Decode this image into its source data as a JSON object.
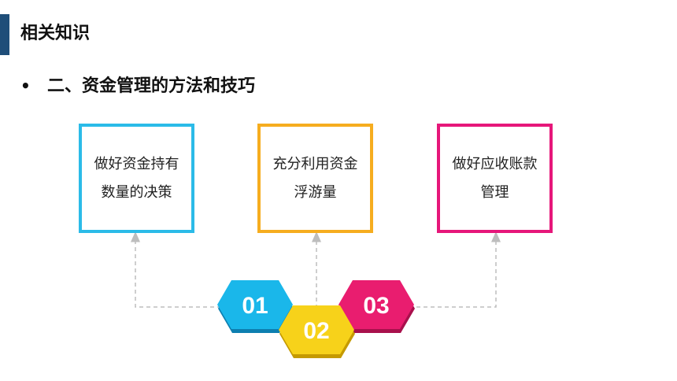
{
  "header": {
    "title": "相关知识"
  },
  "section": {
    "bullet": "•",
    "heading": "二、资金管理的方法和技巧"
  },
  "cards": [
    {
      "line1": "做好资金持有",
      "line2": "数量的决策",
      "color": "#2bbbe8"
    },
    {
      "line1": "充分利用资金",
      "line2": "浮游量",
      "color": "#f6ad1f"
    },
    {
      "line1": "做好应收账款",
      "line2": "管理",
      "color": "#e6177a"
    }
  ],
  "badges": [
    {
      "label": "01",
      "color": "#1ab7ea",
      "shadow": "#0d7fb0"
    },
    {
      "label": "02",
      "color": "#f7d21a",
      "shadow": "#c59a00"
    },
    {
      "label": "03",
      "color": "#e91d6f",
      "shadow": "#a8104c"
    }
  ],
  "connector_color": "#bdbdbd"
}
